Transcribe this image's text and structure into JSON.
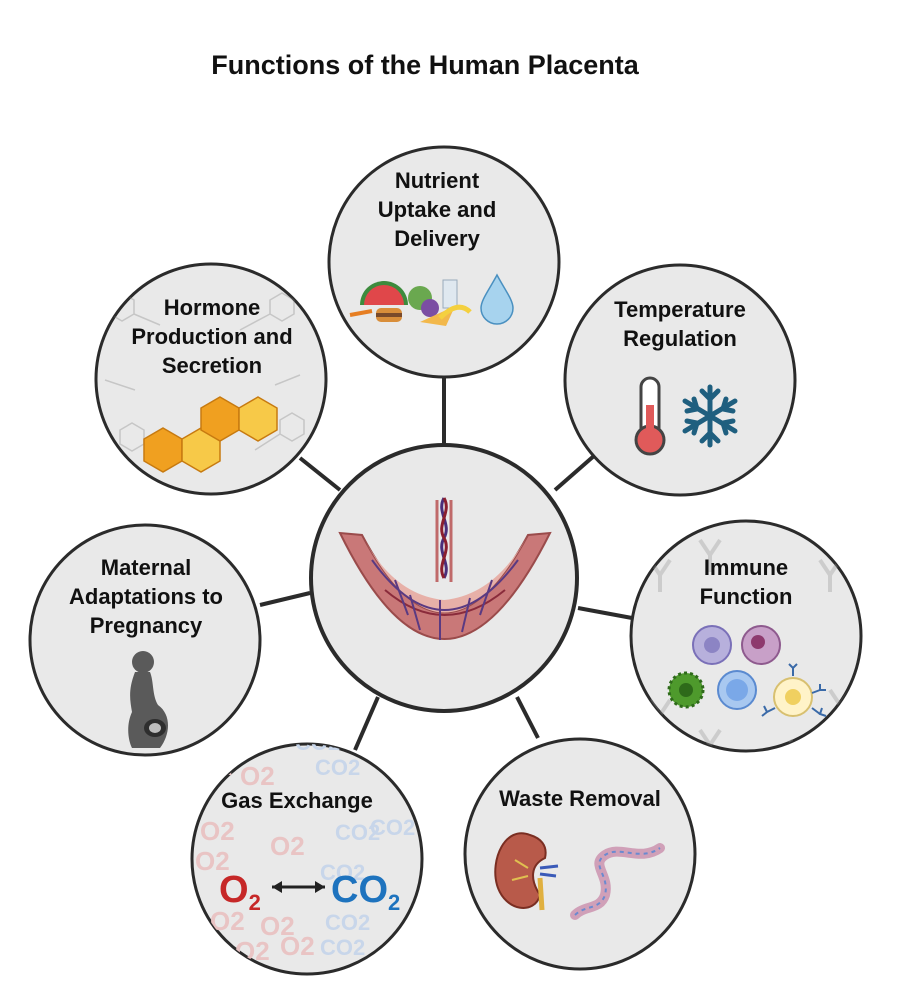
{
  "title": "Functions of the Human Placenta",
  "center": {
    "icon": "placenta-icon"
  },
  "nodes": [
    {
      "id": "nutrient",
      "lines": [
        "Nutrient",
        "Uptake and",
        "Delivery"
      ],
      "icons": [
        "food-icon",
        "water-drop-icon"
      ]
    },
    {
      "id": "temperature",
      "lines": [
        "Temperature",
        "Regulation"
      ],
      "icons": [
        "thermometer-icon",
        "snowflake-icon"
      ]
    },
    {
      "id": "immune",
      "lines": [
        "Immune",
        "Function"
      ],
      "icons": [
        "immune-cells-icon"
      ]
    },
    {
      "id": "waste",
      "lines": [
        "Waste Removal"
      ],
      "icons": [
        "kidney-icon",
        "intestine-icon"
      ]
    },
    {
      "id": "gas",
      "lines": [
        "Gas Exchange"
      ],
      "icons": [
        "gas-exchange-icon"
      ],
      "formula": {
        "left": "O",
        "left_sub": "2",
        "right": "CO",
        "right_sub": "2"
      },
      "background_text": [
        "O2",
        "CO2"
      ]
    },
    {
      "id": "maternal",
      "lines": [
        "Maternal",
        "Adaptations to",
        "Pregnancy"
      ],
      "icons": [
        "pregnant-woman-icon"
      ]
    },
    {
      "id": "hormone",
      "lines": [
        "Hormone",
        "Production and",
        "Secretion"
      ],
      "icons": [
        "hormone-molecule-icon"
      ]
    }
  ],
  "colors": {
    "node_fill": "#e9e9e9",
    "outline": "#2b2b2b",
    "o2": "#c62828",
    "co2": "#1e73be",
    "hormone": "#f0a020",
    "snowflake": "#1f5f7f"
  }
}
